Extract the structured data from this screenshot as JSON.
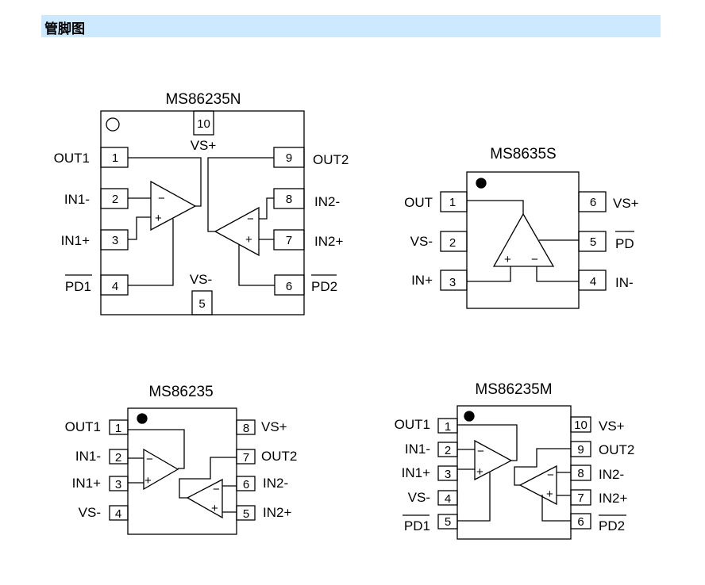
{
  "section": {
    "title": "管脚图"
  },
  "packages": {
    "ms86235n": {
      "name": "MS86235N",
      "marker": "hollow-circle",
      "pins": {
        "p1": {
          "num": "1",
          "label": "OUT1"
        },
        "p2": {
          "num": "2",
          "label": "IN1-"
        },
        "p3": {
          "num": "3",
          "label": "IN1+"
        },
        "p4": {
          "num": "4",
          "label": "PD1",
          "overline": true
        },
        "p5": {
          "num": "5",
          "label": "VS-"
        },
        "p6": {
          "num": "6",
          "label": "PD2",
          "overline": true
        },
        "p7": {
          "num": "7",
          "label": "IN2+"
        },
        "p8": {
          "num": "8",
          "label": "IN2-"
        },
        "p9": {
          "num": "9",
          "label": "OUT2"
        },
        "p10": {
          "num": "10",
          "label": "VS+"
        }
      }
    },
    "ms8635s": {
      "name": "MS8635S",
      "marker": "filled-dot",
      "pins": {
        "p1": {
          "num": "1",
          "label": "OUT"
        },
        "p2": {
          "num": "2",
          "label": "VS-"
        },
        "p3": {
          "num": "3",
          "label": "IN+"
        },
        "p4": {
          "num": "4",
          "label": "IN-"
        },
        "p5": {
          "num": "5",
          "label": "PD",
          "overline": true
        },
        "p6": {
          "num": "6",
          "label": "VS+"
        }
      }
    },
    "ms86235": {
      "name": "MS86235",
      "marker": "filled-dot",
      "pins": {
        "p1": {
          "num": "1",
          "label": "OUT1"
        },
        "p2": {
          "num": "2",
          "label": "IN1-"
        },
        "p3": {
          "num": "3",
          "label": "IN1+"
        },
        "p4": {
          "num": "4",
          "label": "VS-"
        },
        "p5": {
          "num": "5",
          "label": "IN2+"
        },
        "p6": {
          "num": "6",
          "label": "IN2-"
        },
        "p7": {
          "num": "7",
          "label": "OUT2"
        },
        "p8": {
          "num": "8",
          "label": "VS+"
        }
      }
    },
    "ms86235m": {
      "name": "MS86235M",
      "marker": "filled-dot",
      "pins": {
        "p1": {
          "num": "1",
          "label": "OUT1"
        },
        "p2": {
          "num": "2",
          "label": "IN1-"
        },
        "p3": {
          "num": "3",
          "label": "IN1+"
        },
        "p4": {
          "num": "4",
          "label": "VS-"
        },
        "p5": {
          "num": "5",
          "label": "PD1",
          "overline": true
        },
        "p6": {
          "num": "6",
          "label": "PD2",
          "overline": true
        },
        "p7": {
          "num": "7",
          "label": "IN2+"
        },
        "p8": {
          "num": "8",
          "label": "IN2-"
        },
        "p9": {
          "num": "9",
          "label": "OUT2"
        },
        "p10": {
          "num": "10",
          "label": "VS+"
        }
      }
    }
  },
  "opamp": {
    "minus": "−",
    "plus": "+"
  }
}
